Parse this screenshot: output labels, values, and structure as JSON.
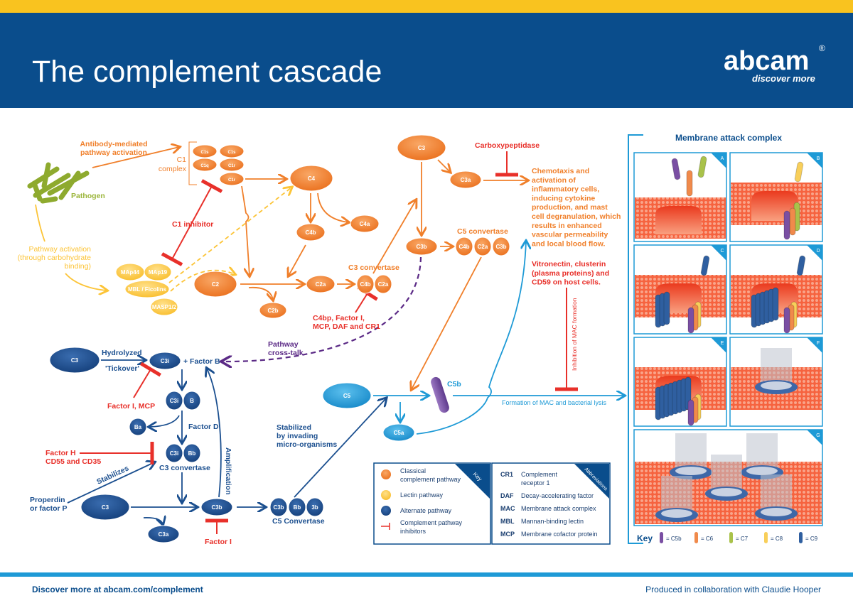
{
  "header": {
    "title": "The complement cascade",
    "logo_text": "abcam",
    "logo_tagline": "discover more",
    "logo_mark": "®"
  },
  "colors": {
    "classical": "#f07f2a",
    "lectin": "#fcc437",
    "alternate": "#1b4f8f",
    "c5": "#1e9ad6",
    "inhibitor": "#e8302a",
    "crosstalk": "#5b2a86",
    "pathogen": "#9bb53a",
    "header_bg": "#0a4d8c",
    "header_stripe": "#f9c31f"
  },
  "classical": {
    "antibody": [
      "Antibody-mediated",
      "pathway activation"
    ],
    "pathogen": "Pathogen",
    "c1_label": [
      "C1",
      "complex"
    ],
    "c1_parts": [
      "C1s",
      "C1s",
      "C1q",
      "C1r",
      "C1r"
    ],
    "c1_inhibitor": "C1 inhibitor",
    "c4": "C4",
    "c4b": "C4b",
    "c4a": "C4a",
    "c2": "C2",
    "c2a": "C2a",
    "c2b": "C2b",
    "c3_convertase_label": "C3 convertase",
    "c3_convertase": [
      "C4b",
      "C2a"
    ],
    "c3_conv_inhibitors": [
      "C4bp, Factor I,",
      "MCP, DAF and CR1"
    ],
    "c3": "C3",
    "c3a": "C3a",
    "c3b": "C3b",
    "carboxypeptidase": "Carboxypeptidase",
    "c5_convertase_label": "C5 convertase",
    "c5_convertase": [
      "C4b",
      "C2a",
      "C3b"
    ],
    "chemotaxis": [
      "Chemotaxis and",
      "activation of",
      "inflammatory cells,",
      "inducing cytokine",
      "production, and mast",
      "cell degranulation, which",
      "results in enhanced",
      "vascular permeability",
      "and local blood flow."
    ],
    "mac_inhibitors": [
      "Vitronectin, clusterin",
      "(plasma proteins) and",
      "CD59 on host cells."
    ],
    "mac_inhibition": "Inhibition of MAC formation"
  },
  "lectin": {
    "activation": [
      "Pathway activation",
      "(through carbohydrate",
      "binding)"
    ],
    "map44": "MAp44",
    "map19": "MAp19",
    "mbl": "MBL / Ficolins",
    "masp": "MASP1/2"
  },
  "crosstalk": [
    "Pathway",
    "cross-talk"
  ],
  "alternate": {
    "c3": "C3",
    "hydrolyzed": "Hydrolyzed",
    "tickover": "'Tickover'",
    "c3i": "C3i",
    "factor_b": "+ Factor B",
    "factor_i_mcp": "Factor I, MCP",
    "c3i_b": [
      "C3i",
      "B"
    ],
    "ba": "Ba",
    "factor_d": "Factor D",
    "c3i_bb": [
      "C3i",
      "Bb"
    ],
    "c3_convertase": "C3 convertase",
    "factor_h": [
      "Factor H",
      "CD55 and CD35"
    ],
    "stabilizes": "Stabilizes",
    "properdin": [
      "Properdin",
      "or factor P"
    ],
    "amplification": "Amplification",
    "c3_2": "C3",
    "c3a": "C3a",
    "c3b": "C3b",
    "factor_i": "Factor I",
    "c5_convertase": [
      "C3b",
      "Bb",
      "3b"
    ],
    "c5_convertase_label": "C5 Convertase",
    "stabilized": [
      "Stabilized",
      "by invading",
      "micro-organisms"
    ]
  },
  "terminal": {
    "c5": "C5",
    "c5a": "C5a",
    "c5b": "C5b",
    "formation": "Formation of MAC and bacterial lysis"
  },
  "key": {
    "title": "Key",
    "items": [
      {
        "label": [
          "Classical",
          "complement pathway"
        ],
        "icon": "orange-circle"
      },
      {
        "label": [
          "Lectin pathway"
        ],
        "icon": "yellow-circle"
      },
      {
        "label": [
          "Alternate pathway"
        ],
        "icon": "navy-circle"
      },
      {
        "label": [
          "Complement pathway",
          "inhibitors"
        ],
        "icon": "inhibitor-t-bar"
      }
    ]
  },
  "abbreviations": {
    "title": "Abbreviations",
    "items": [
      {
        "abbr": "CR1",
        "full": [
          "Complement",
          "receptor 1"
        ]
      },
      {
        "abbr": "DAF",
        "full": [
          "Decay-accelerating factor"
        ]
      },
      {
        "abbr": "MAC",
        "full": [
          "Membrane attack complex"
        ]
      },
      {
        "abbr": "MBL",
        "full": [
          "Mannan-binding lectin"
        ]
      },
      {
        "abbr": "MCP",
        "full": [
          "Membrane cofactor protein"
        ]
      }
    ]
  },
  "mac": {
    "title": "Membrane attack complex",
    "panels": [
      "A",
      "B",
      "C",
      "D",
      "E",
      "F",
      "G"
    ],
    "key_title": "Key",
    "key": [
      {
        "label": "= C5b",
        "color": "#7a4fa3"
      },
      {
        "label": "= C6",
        "color": "#f08a4b"
      },
      {
        "label": "= C7",
        "color": "#a9c24a"
      },
      {
        "label": "= C8",
        "color": "#f8cf5a"
      },
      {
        "label": "= C9",
        "color": "#2f5fa0"
      }
    ]
  },
  "footer": {
    "left": "Discover more at abcam.com/complement",
    "right": "Produced in collaboration with Claudie Hooper"
  }
}
